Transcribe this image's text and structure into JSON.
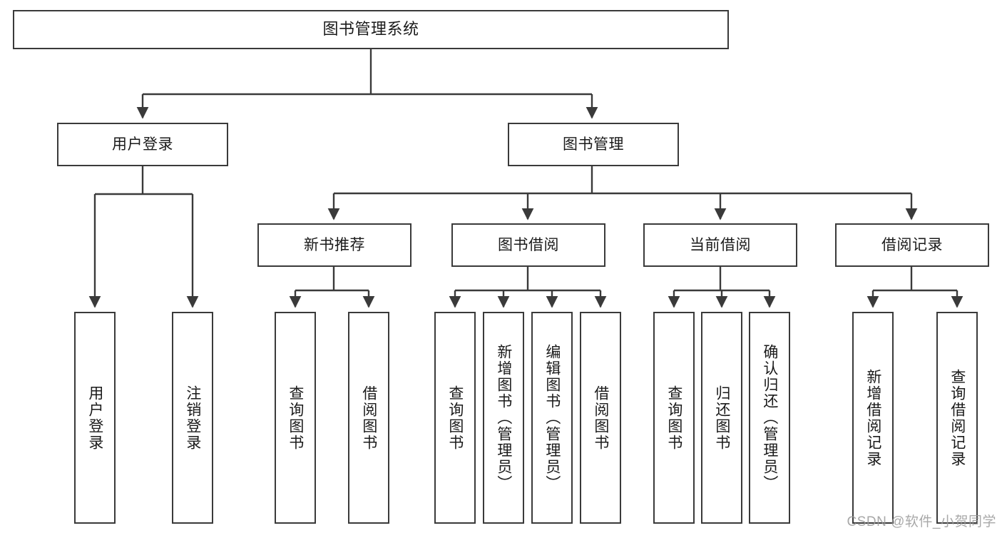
{
  "diagram": {
    "type": "tree-hierarchy",
    "title": "图书管理系统",
    "watermark": "CSDN @软件_小贺同学",
    "colors": {
      "stroke": "#3a3a3a",
      "fill": "#ffffff",
      "text": "#1a1a1a",
      "watermark": "#9a9a9a"
    },
    "nodes": {
      "root": {
        "label": "图书管理系统",
        "level": 0
      },
      "level1": [
        {
          "id": "user-login",
          "label": "用户登录"
        },
        {
          "id": "book-manage",
          "label": "图书管理"
        }
      ],
      "level2": [
        {
          "id": "new-book-recommend",
          "label": "新书推荐",
          "parent": "book-manage"
        },
        {
          "id": "book-borrow",
          "label": "图书借阅",
          "parent": "book-manage"
        },
        {
          "id": "current-borrow",
          "label": "当前借阅",
          "parent": "book-manage"
        },
        {
          "id": "borrow-record",
          "label": "借阅记录",
          "parent": "book-manage"
        }
      ],
      "leaves": {
        "user-login": [
          {
            "id": "leaf-user-login",
            "label": "用户登录"
          },
          {
            "id": "leaf-logout-login",
            "label": "注销登录"
          }
        ],
        "new-book-recommend": [
          {
            "id": "leaf-query-book-1",
            "label": "查询图书"
          },
          {
            "id": "leaf-borrow-book-1",
            "label": "借阅图书"
          }
        ],
        "book-borrow": [
          {
            "id": "leaf-query-book-2",
            "label": "查询图书"
          },
          {
            "id": "leaf-add-book",
            "label": "新增图书（管理员）"
          },
          {
            "id": "leaf-edit-book",
            "label": "编辑图书（管理员）"
          },
          {
            "id": "leaf-borrow-book-2",
            "label": "借阅图书"
          }
        ],
        "current-borrow": [
          {
            "id": "leaf-query-book-3",
            "label": "查询图书"
          },
          {
            "id": "leaf-return-book",
            "label": "归还图书"
          },
          {
            "id": "leaf-confirm-return",
            "label": "确认归还（管理员）"
          }
        ],
        "borrow-record": [
          {
            "id": "leaf-add-record",
            "label": "新增借阅记录"
          },
          {
            "id": "leaf-query-record",
            "label": "查询借阅记录"
          }
        ]
      }
    }
  }
}
